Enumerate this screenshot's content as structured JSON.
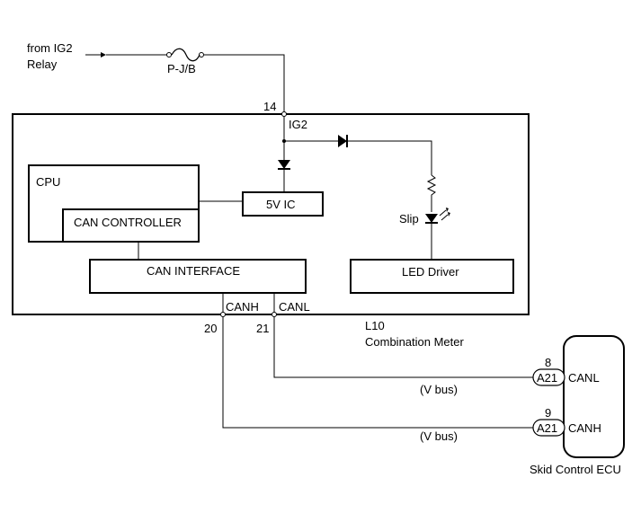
{
  "source": {
    "line1": "from IG2",
    "line2": "Relay"
  },
  "fuse_label": "P-J/B",
  "pins": {
    "ig2_pin": "14",
    "canh_pin": "20",
    "canl_pin": "21",
    "ecu_canl_pin": "8",
    "ecu_canh_pin": "9"
  },
  "meter": {
    "ig2_label": "IG2",
    "cpu_label": "CPU",
    "can_controller_label": "CAN CONTROLLER",
    "ic_label": "5V IC",
    "can_interface_label": "CAN INTERFACE",
    "led_driver_label": "LED Driver",
    "slip_label": "Slip",
    "canh_label": "CANH",
    "canl_label": "CANL",
    "code": "L10",
    "name": "Combination Meter"
  },
  "ecu": {
    "connector_canl": "A21",
    "connector_canh": "A21",
    "canl_label": "CANL",
    "canh_label": "CANH",
    "name": "Skid Control ECU"
  },
  "bus_labels": {
    "canl_bus": "(V bus)",
    "canh_bus": "(V bus)"
  }
}
